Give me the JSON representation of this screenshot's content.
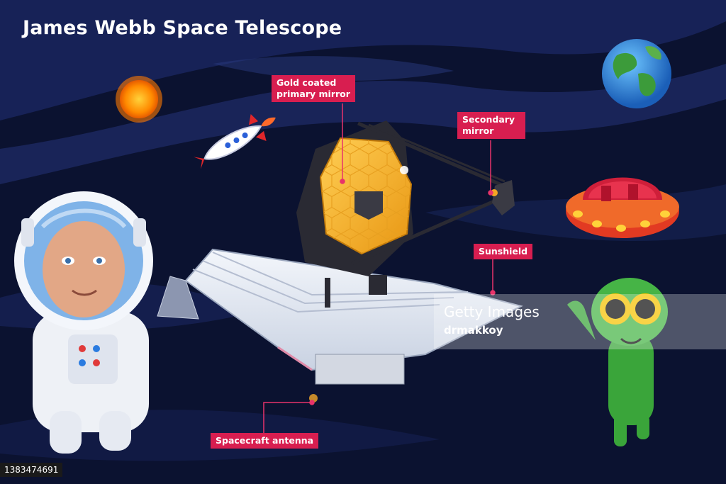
{
  "title": "James Webb Space Telescope",
  "labels": {
    "gold_mirror": "Gold coated primary mirror",
    "secondary_mirror": "Secondary mirror",
    "sunshield": "Sunshield",
    "antenna": "Spacecraft antenna"
  },
  "watermark": {
    "brand": "Getty Images",
    "credit": "drmakkoy"
  },
  "image_id": "1383474691",
  "colors": {
    "label_bg": "#d81e50",
    "mirror_gold": "#f5a623",
    "space_bg": "#0b1230",
    "alien_green": "#3aa53a"
  },
  "icons": [
    "sun-icon",
    "rocket-icon",
    "earth-icon",
    "ufo-icon",
    "astronaut",
    "alien"
  ]
}
